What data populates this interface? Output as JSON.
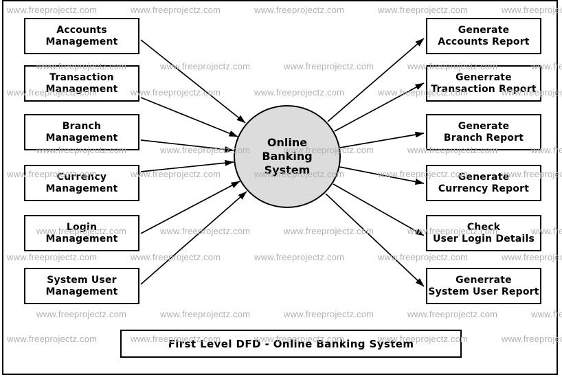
{
  "diagram": {
    "title": "First Level DFD - Online Banking System",
    "process": {
      "line1": "Online",
      "line2": "Banking",
      "line3": "System"
    },
    "left_entities": [
      {
        "line1": "Accounts",
        "line2": "Management"
      },
      {
        "line1": "Transaction",
        "line2": "Management"
      },
      {
        "line1": "Branch",
        "line2": "Management"
      },
      {
        "line1": "Currency",
        "line2": "Management"
      },
      {
        "line1": "Login",
        "line2": "Management"
      },
      {
        "line1": "System User",
        "line2": "Management"
      }
    ],
    "right_entities": [
      {
        "line1": "Generate",
        "line2": "Accounts Report"
      },
      {
        "line1": "Generrate",
        "line2": "Transaction Report"
      },
      {
        "line1": "Generate",
        "line2": "Branch Report"
      },
      {
        "line1": "Generate",
        "line2": "Currency Report"
      },
      {
        "line1": "Check",
        "line2": "User Login Details"
      },
      {
        "line1": "Generrate",
        "line2": "System User Report"
      }
    ]
  },
  "watermark": {
    "text": "www.freeprojectz.com",
    "color": "#b1b1b1"
  },
  "colors": {
    "process_fill": "#dcdcdc",
    "stroke": "#000000",
    "background": "#ffffff"
  }
}
